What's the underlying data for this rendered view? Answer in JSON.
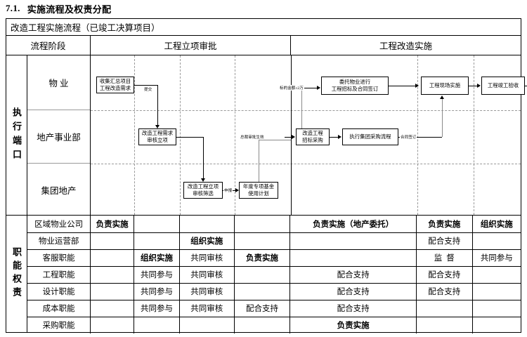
{
  "heading": {
    "number": "7.1.",
    "text": "实施流程及权责分配"
  },
  "table": {
    "title": "改造工程实施流程（已竣工决算项目）",
    "header": {
      "stage_label": "流程阶段",
      "phases": [
        "工程立项审批",
        "工程改造实施"
      ]
    },
    "flow_section": {
      "side_label": "执行端口",
      "lanes": [
        "物  业",
        "地产事业部",
        "集团地产"
      ],
      "nodes": [
        {
          "id": "n1",
          "label": "收集汇总项目\n工程改造需求"
        },
        {
          "id": "n2",
          "label": "改造工程需求\n审核立项"
        },
        {
          "id": "n3",
          "label": "改造工程立项\n审核筛选"
        },
        {
          "id": "n4",
          "label": "年度专项基金\n使用计划"
        },
        {
          "id": "n5",
          "label": "改造工程\n招标采购"
        },
        {
          "id": "n6",
          "label": "执行集团采购流程"
        },
        {
          "id": "n7",
          "label": "委托物业进行\n工程招标及合同签订"
        },
        {
          "id": "n8",
          "label": "工程现场实施"
        },
        {
          "id": "n9",
          "label": "工程竣工验收"
        }
      ],
      "edge_labels": {
        "submit": "提交",
        "declare": "申报",
        "ceo_approved": "总裁审批生效",
        "amount_limit": "标的金额≤2万",
        "contract_signed": "合同签订"
      }
    },
    "matrix": {
      "side_label": "职能权责",
      "rows": [
        {
          "role": "区域物业公司",
          "cells": [
            {
              "text": "负责实施",
              "bold": true,
              "colspan": 1
            },
            {
              "text": "",
              "colspan": 1
            },
            {
              "text": "",
              "colspan": 1
            },
            {
              "text": "",
              "colspan": 1
            },
            {
              "text": "负责实施（地产委托）",
              "bold": true,
              "colspan": 1
            },
            {
              "text": "负责实施",
              "bold": true,
              "colspan": 1
            },
            {
              "text": "组织实施",
              "bold": true,
              "colspan": 1
            }
          ]
        },
        {
          "role": "物业运营部",
          "cells": [
            {
              "text": "",
              "colspan": 1
            },
            {
              "text": "",
              "colspan": 1
            },
            {
              "text": "组织实施",
              "bold": true,
              "colspan": 1
            },
            {
              "text": "",
              "colspan": 1
            },
            {
              "text": "",
              "colspan": 1
            },
            {
              "text": "配合支持",
              "colspan": 1
            },
            {
              "text": "",
              "colspan": 1
            }
          ]
        },
        {
          "role": "客服职能",
          "cells": [
            {
              "text": "",
              "colspan": 1
            },
            {
              "text": "组织实施",
              "bold": true,
              "colspan": 1
            },
            {
              "text": "共同审核",
              "colspan": 1
            },
            {
              "text": "负责实施",
              "bold": true,
              "colspan": 1
            },
            {
              "text": "",
              "colspan": 1
            },
            {
              "text": "监督",
              "spaced": true,
              "colspan": 1
            },
            {
              "text": "共同参与",
              "colspan": 1
            }
          ]
        },
        {
          "role": "工程职能",
          "cells": [
            {
              "text": "",
              "colspan": 1
            },
            {
              "text": "共同参与",
              "colspan": 1
            },
            {
              "text": "共同审核",
              "colspan": 1
            },
            {
              "text": "",
              "colspan": 1
            },
            {
              "text": "配合支持",
              "colspan": 1
            },
            {
              "text": "配合支持",
              "colspan": 1
            },
            {
              "text": "",
              "colspan": 1
            }
          ]
        },
        {
          "role": "设计职能",
          "cells": [
            {
              "text": "",
              "colspan": 1
            },
            {
              "text": "共同参与",
              "colspan": 1
            },
            {
              "text": "共同审核",
              "colspan": 1
            },
            {
              "text": "",
              "colspan": 1
            },
            {
              "text": "配合支持",
              "colspan": 1
            },
            {
              "text": "配合支持",
              "colspan": 1
            },
            {
              "text": "",
              "colspan": 1
            }
          ]
        },
        {
          "role": "成本职能",
          "cells": [
            {
              "text": "",
              "colspan": 1
            },
            {
              "text": "共同参与",
              "colspan": 1
            },
            {
              "text": "共同审核",
              "colspan": 1
            },
            {
              "text": "配合支持",
              "colspan": 1
            },
            {
              "text": "配合支持",
              "colspan": 1
            },
            {
              "text": "",
              "colspan": 1
            },
            {
              "text": "",
              "colspan": 1
            }
          ]
        },
        {
          "role": "采购职能",
          "cells": [
            {
              "text": "",
              "colspan": 1
            },
            {
              "text": "",
              "colspan": 1
            },
            {
              "text": "",
              "colspan": 1
            },
            {
              "text": "",
              "colspan": 1
            },
            {
              "text": "负责实施",
              "bold": true,
              "colspan": 1
            },
            {
              "text": "",
              "colspan": 1
            },
            {
              "text": "",
              "colspan": 1
            }
          ]
        }
      ]
    }
  }
}
